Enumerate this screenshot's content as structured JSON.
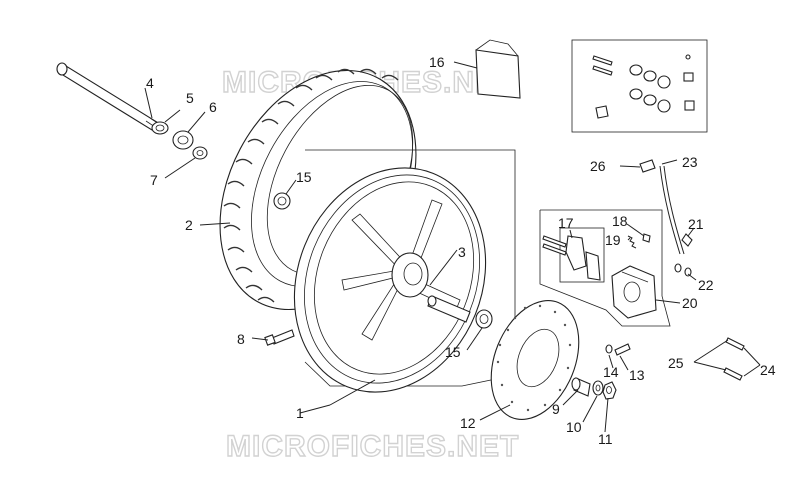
{
  "watermark": {
    "top": "MICROFICHES.NET",
    "bottom": "MICROFICHES.NET"
  },
  "callouts": [
    {
      "id": "c1",
      "text": "1"
    },
    {
      "id": "c2",
      "text": "2"
    },
    {
      "id": "c3",
      "text": "3"
    },
    {
      "id": "c4",
      "text": "4"
    },
    {
      "id": "c5",
      "text": "5"
    },
    {
      "id": "c6",
      "text": "6"
    },
    {
      "id": "c7",
      "text": "7"
    },
    {
      "id": "c8",
      "text": "8"
    },
    {
      "id": "c9",
      "text": "9"
    },
    {
      "id": "c10",
      "text": "10"
    },
    {
      "id": "c11",
      "text": "11"
    },
    {
      "id": "c12",
      "text": "12"
    },
    {
      "id": "c13",
      "text": "13"
    },
    {
      "id": "c14",
      "text": "14"
    },
    {
      "id": "c15a",
      "text": "15"
    },
    {
      "id": "c15b",
      "text": "15"
    },
    {
      "id": "c16",
      "text": "16"
    },
    {
      "id": "c17",
      "text": "17"
    },
    {
      "id": "c18",
      "text": "18"
    },
    {
      "id": "c19",
      "text": "19"
    },
    {
      "id": "c20",
      "text": "20"
    },
    {
      "id": "c21",
      "text": "21"
    },
    {
      "id": "c22",
      "text": "22"
    },
    {
      "id": "c23",
      "text": "23"
    },
    {
      "id": "c24",
      "text": "24"
    },
    {
      "id": "c25",
      "text": "25"
    },
    {
      "id": "c26",
      "text": "26"
    }
  ]
}
